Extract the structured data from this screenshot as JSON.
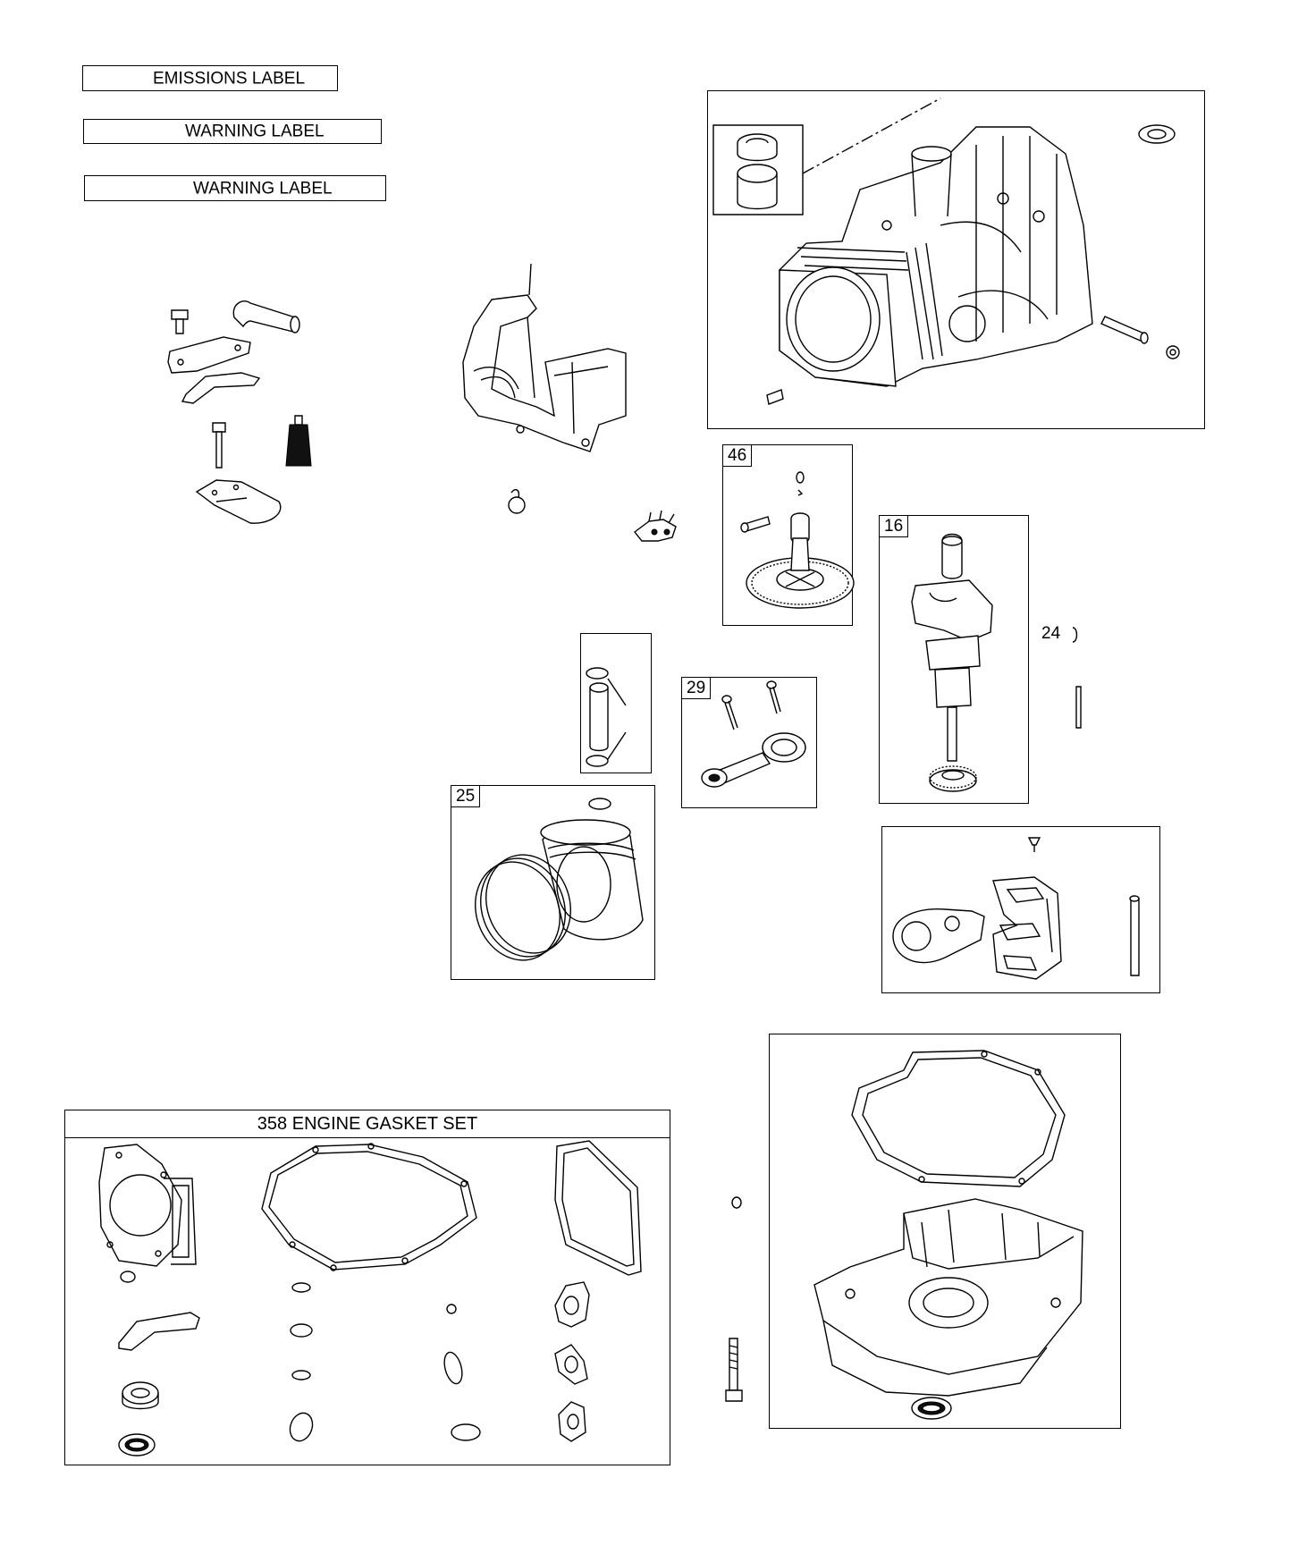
{
  "labels": {
    "emissions": "EMISSIONS LABEL",
    "warning_1": "WARNING LABEL",
    "warning_2": "WARNING LABEL"
  },
  "callouts": {
    "cam_gear": "46",
    "crankshaft": "16",
    "connecting_rod": "29",
    "piston": "25",
    "key": "24"
  },
  "gasket_set": {
    "title": "358 ENGINE GASKET SET"
  }
}
